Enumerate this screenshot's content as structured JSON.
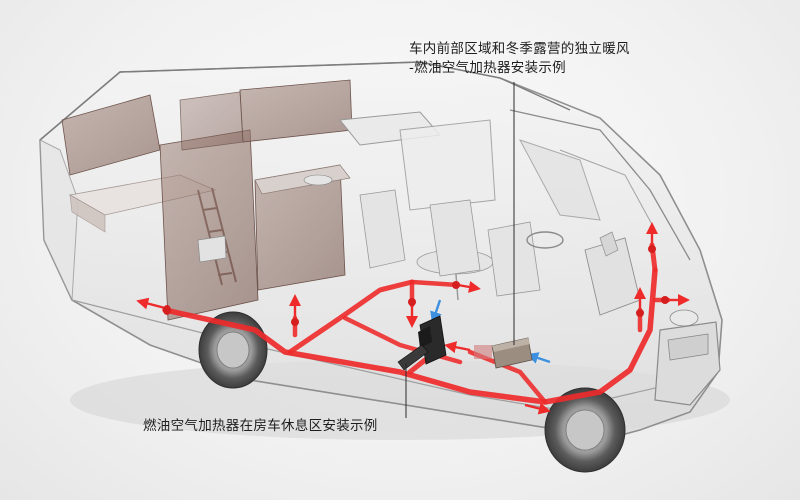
{
  "annotations": {
    "front_heater": {
      "line1": "车内前部区域和冬季露营的独立暖风",
      "line2": "-燃油空气加热器安装示例"
    },
    "rest_heater": {
      "text": "燃油空气加热器在房车休息区安装示例"
    }
  },
  "colors": {
    "duct_red": "#ee2a2a",
    "cold_arrow_blue": "#3d8fe0",
    "body_outline": "#8f8f8f",
    "furniture_brown": "#8a6a5e"
  }
}
